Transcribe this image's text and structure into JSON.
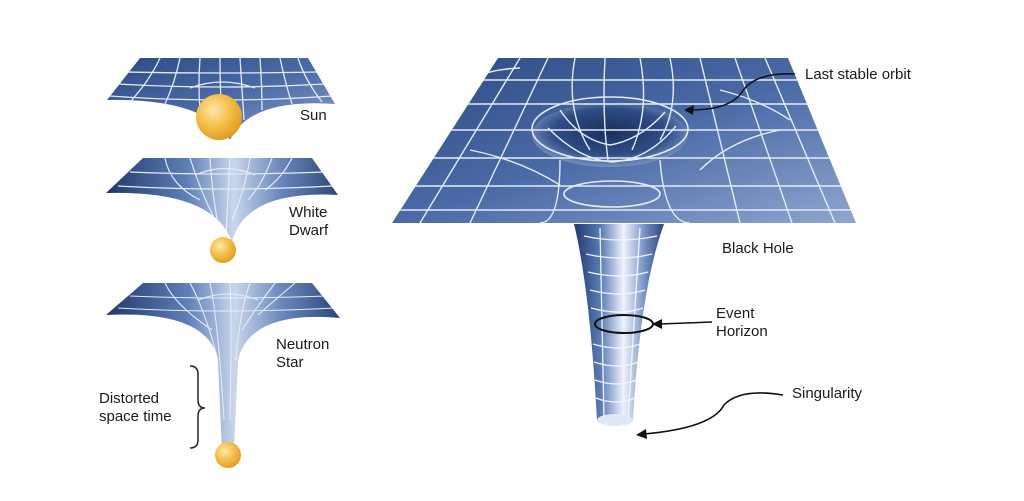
{
  "labels": {
    "sun": "Sun",
    "white_dwarf": [
      "White",
      "Dwarf"
    ],
    "neutron_star": [
      "Neutron",
      "Star"
    ],
    "distorted": [
      "Distorted",
      "space time"
    ],
    "black_hole": "Black Hole",
    "last_stable_orbit": "Last stable orbit",
    "event_horizon": [
      "Event",
      "Horizon"
    ],
    "singularity": "Singularity"
  },
  "colors": {
    "surface": "#3f5f9a",
    "surface_dark": "#233e72",
    "grid": "#e4ecf6",
    "star": "#f2b233",
    "star_highlight": "#fde9a8",
    "text": "#1a1a1a"
  }
}
